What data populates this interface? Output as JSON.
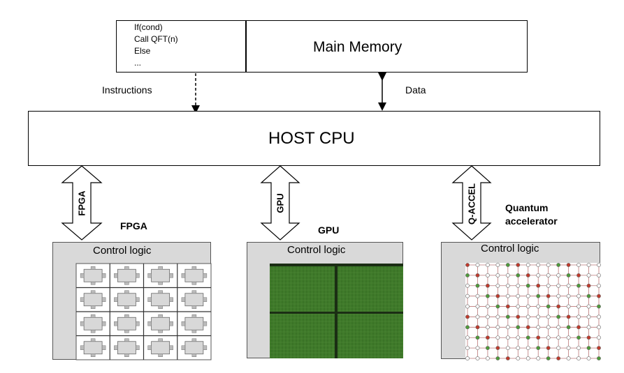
{
  "memory": {
    "code_lines": [
      "If(cond)",
      "Call QFT(n)",
      "Else",
      "..."
    ],
    "label": "Main Memory"
  },
  "links": {
    "instructions": "Instructions",
    "data": "Data"
  },
  "host": {
    "label": "HOST CPU"
  },
  "accelerators": [
    {
      "arrow_label": "FPGA",
      "title": "FPGA",
      "control": "Control logic"
    },
    {
      "arrow_label": "GPU",
      "title": "GPU",
      "control": "Control logic"
    },
    {
      "arrow_label": "Q-ACCEL",
      "title_line1": "Quantum",
      "title_line2": "accelerator",
      "control": "Control logic"
    }
  ],
  "colors": {
    "panel_gray": "#d9d9d9",
    "gpu_green": "#3f7a2a",
    "qubit_red": "#c0392b",
    "qubit_green": "#4e9a3a"
  }
}
